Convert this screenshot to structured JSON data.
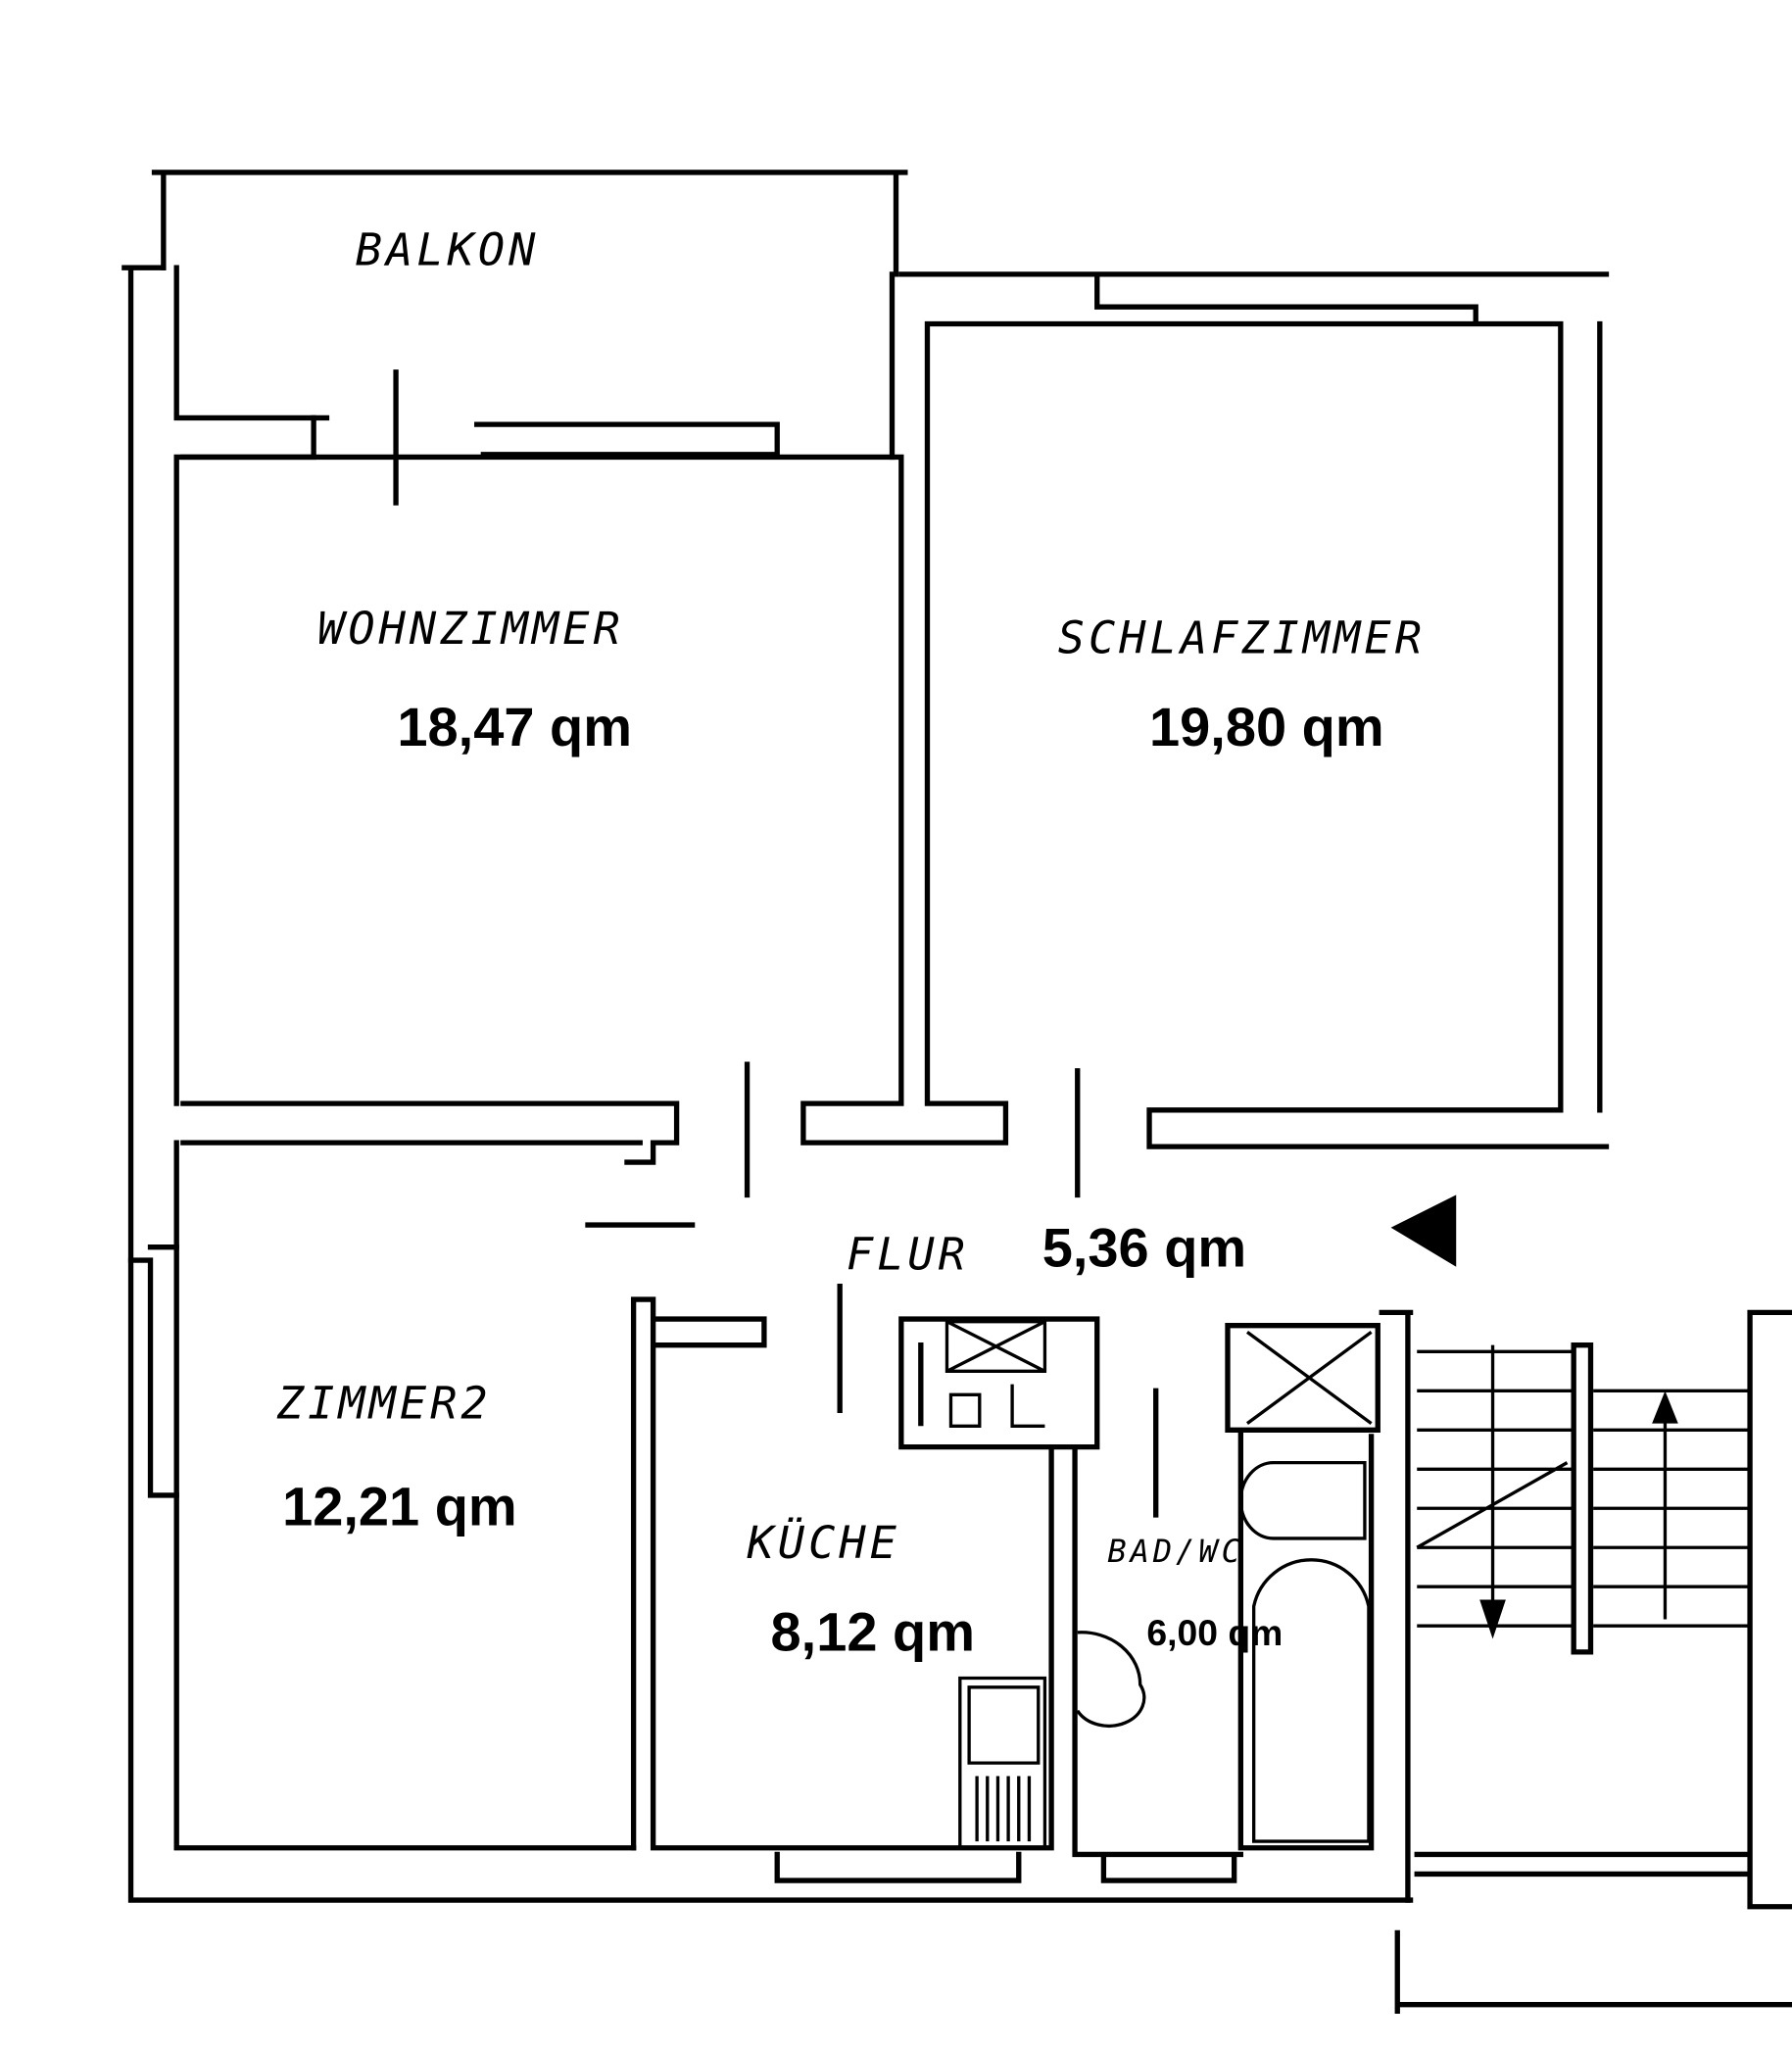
{
  "rooms": [
    {
      "name": "BALKON"
    },
    {
      "name": "WOHNZIMMER",
      "area": "18,47 qm"
    },
    {
      "name": "SCHLAFZIMMER",
      "area": "19,80 qm"
    },
    {
      "name": "FLUR",
      "area": "5,36 qm"
    },
    {
      "name": "ZIMMER2",
      "area": "12,21 qm"
    },
    {
      "name": "KÜCHE",
      "area": "8,12 qm"
    },
    {
      "name": "BAD/WC",
      "area": "6,00 qm"
    }
  ]
}
